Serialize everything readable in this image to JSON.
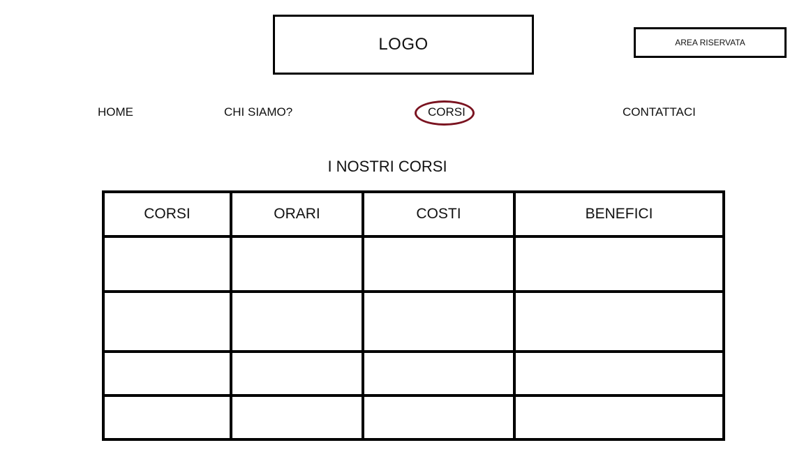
{
  "header": {
    "logo_text": "LOGO",
    "reserved_area_label": "AREA RISERVATA"
  },
  "nav": {
    "items": [
      {
        "label": "HOME"
      },
      {
        "label": "CHI SIAMO?"
      },
      {
        "label": "CORSI",
        "active": true
      },
      {
        "label": "CONTATTACI"
      }
    ],
    "active_color": "#7a1320"
  },
  "main": {
    "title": "I NOSTRI CORSI",
    "table": {
      "headers": [
        "CORSI",
        "ORARI",
        "COSTI",
        "BENEFICI"
      ],
      "rows": [
        [
          "",
          "",
          "",
          ""
        ],
        [
          "",
          "",
          "",
          ""
        ],
        [
          "",
          "",
          "",
          ""
        ],
        [
          "",
          "",
          "",
          ""
        ]
      ]
    }
  }
}
